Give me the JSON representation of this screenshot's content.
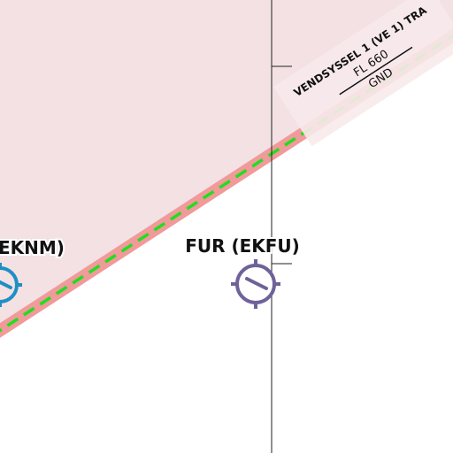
{
  "airspace": {
    "name": "VENDSYSSEL 1 (VE 1) TRA",
    "upper_limit": "FL 660",
    "lower_limit": "GND",
    "fill_color": "#f3e1e3",
    "border_color": "#f19a9a",
    "boundary_dash_color": "#22dd22"
  },
  "airfields": [
    {
      "label": "EKNM)",
      "symbol": "aerodrome-icon",
      "color": "#1e8fc6"
    },
    {
      "label": "FUR (EKFU)",
      "symbol": "aerodrome-icon",
      "color": "#6f6299"
    }
  ]
}
